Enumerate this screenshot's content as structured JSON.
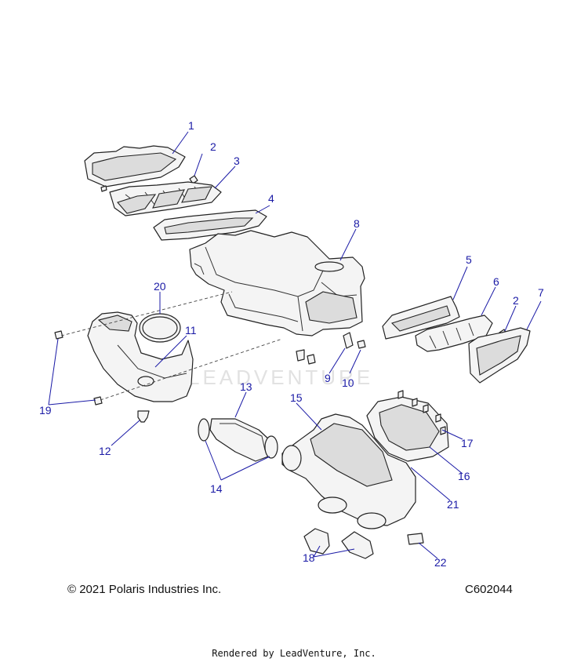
{
  "watermark": "LEADVENTURE",
  "footer": {
    "copyright": "© 2021 Polaris Industries Inc.",
    "diagram_code": "C602044",
    "rendered_by": "Rendered by LeadVenture, Inc."
  },
  "callouts": {
    "c1": "1",
    "c2a": "2",
    "c2b": "2",
    "c3": "3",
    "c4": "4",
    "c5": "5",
    "c6": "6",
    "c7": "7",
    "c8": "8",
    "c9": "9",
    "c10": "10",
    "c11": "11",
    "c12": "12",
    "c13": "13",
    "c14": "14",
    "c15": "15",
    "c16": "16",
    "c17": "17",
    "c18": "18",
    "c19": "19",
    "c20": "20",
    "c21": "21",
    "c22": "22"
  },
  "colors": {
    "callout": "#1a1aa6",
    "line": "#222222"
  }
}
